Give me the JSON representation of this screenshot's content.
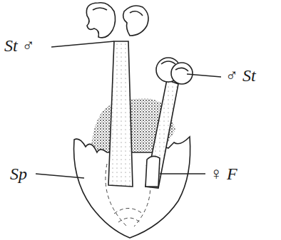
{
  "diagram": {
    "labels": [
      "St ♂",
      "♂ St",
      "♀ F",
      "Sp"
    ]
  }
}
